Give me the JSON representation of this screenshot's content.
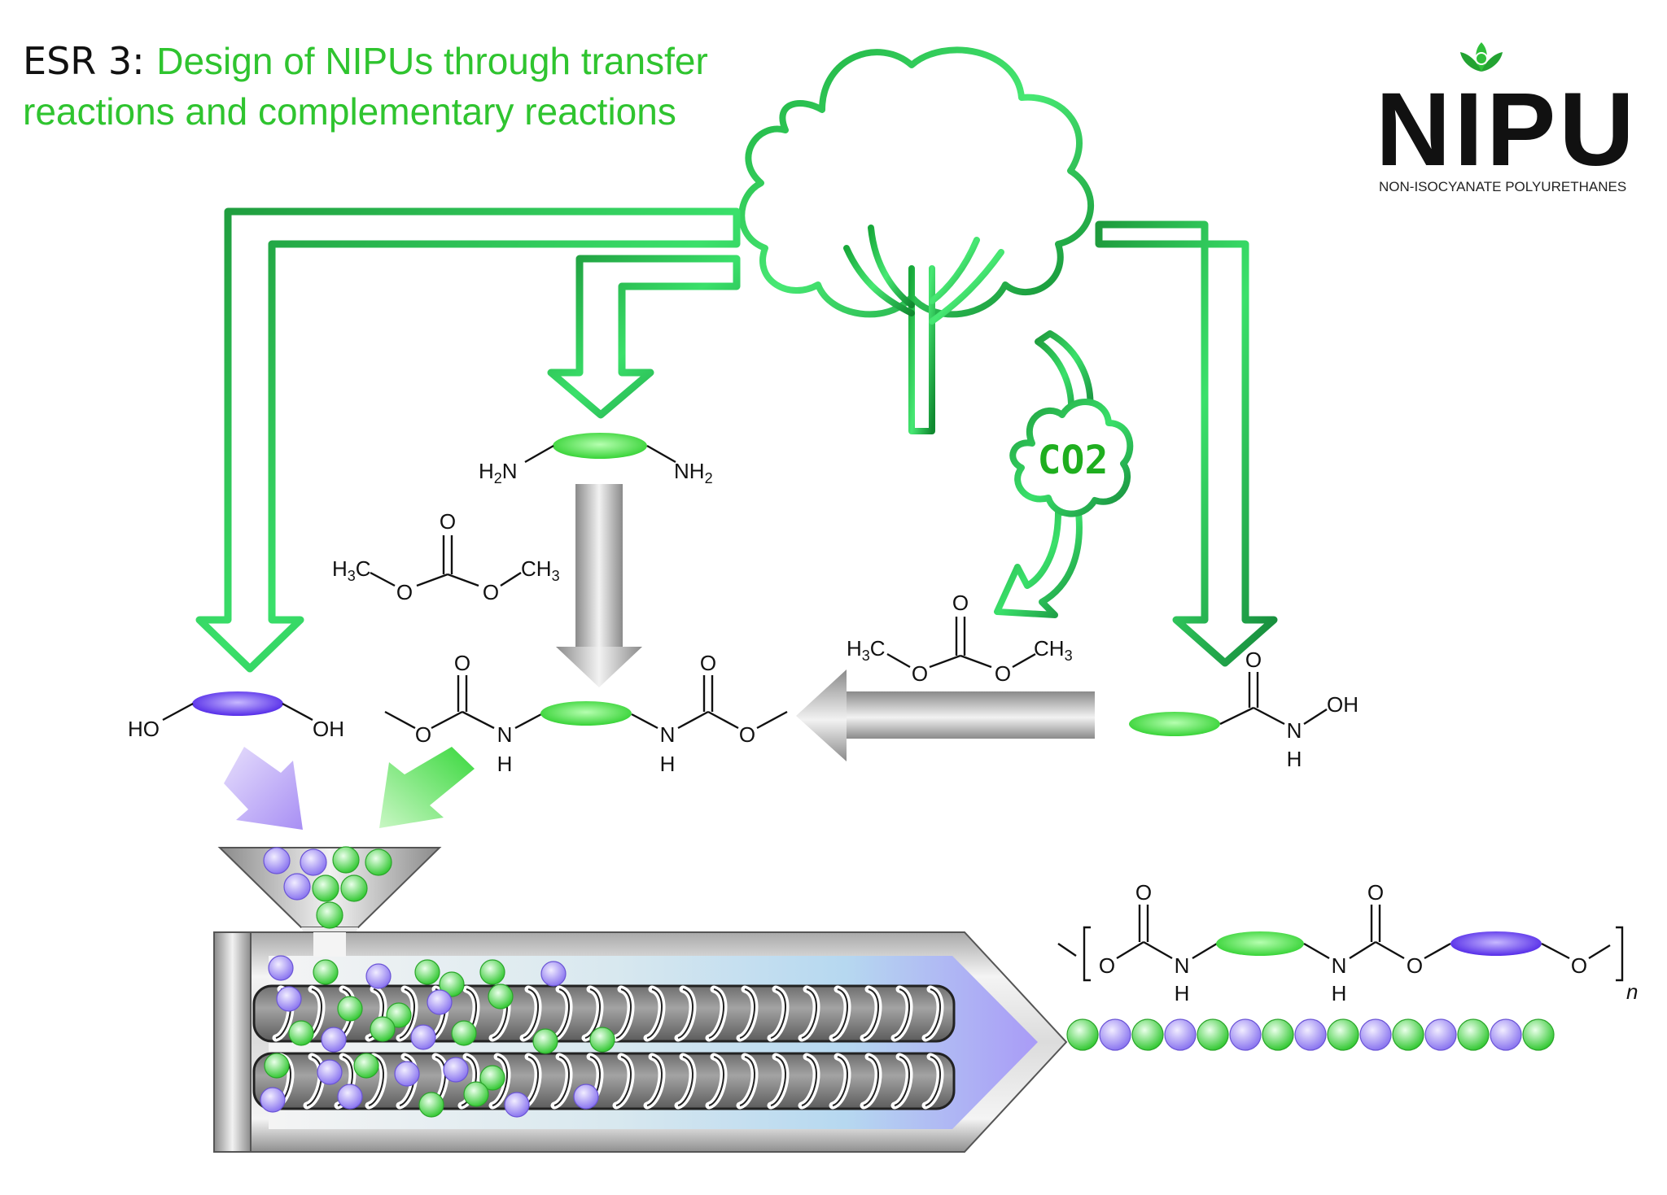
{
  "title": {
    "prefix": "ESR 3: ",
    "line1": "Design of NIPUs through transfer",
    "line2": "reactions and complementary reactions"
  },
  "logo": {
    "word": "NIPU",
    "subtitle": "NON-ISOCYANATE POLYURETHANES"
  },
  "cloud_label": "CO2",
  "molecules": {
    "diamine": {
      "left": "H",
      "left_sub": "2",
      "left_end": "N",
      "right": "NH",
      "right_sub": "2"
    },
    "dmc_top": {
      "o": "O",
      "left": "H",
      "left_sub": "3",
      "left_c": "C",
      "o1": "O",
      "o2": "O",
      "right": "CH",
      "right_sub": "3"
    },
    "dmc_right": {
      "o": "O",
      "left": "H",
      "left_sub": "3",
      "left_c": "C",
      "o1": "O",
      "o2": "O",
      "right": "CH",
      "right_sub": "3"
    },
    "diol": {
      "left": "HO",
      "right": "OH"
    },
    "dicarbamate": {
      "o_top_left": "O",
      "o_top_right": "O",
      "o1": "O",
      "n1": "N",
      "h1": "H",
      "n2": "N",
      "h2": "H",
      "o2": "O"
    },
    "hydroxamic": {
      "o": "O",
      "n": "N",
      "oh": "OH",
      "h": "H"
    },
    "polymer": {
      "o_top_left": "O",
      "o_top_right": "O",
      "o1": "O",
      "n1": "N",
      "h1": "H",
      "n2": "N",
      "h2": "H",
      "o2": "O",
      "o3": "O",
      "n_repeat": "n"
    }
  },
  "colors": {
    "title_green": "#2fc42f",
    "arrow_green": "#22b84a",
    "bio_green": "#39d43f",
    "diol_purple": "#6b4cf0",
    "bead_purple": "#a99bf7",
    "bead_green": "#7be07b",
    "barrel_gray": "#c9c9c9",
    "screw_gray": "#8c8c8c"
  }
}
